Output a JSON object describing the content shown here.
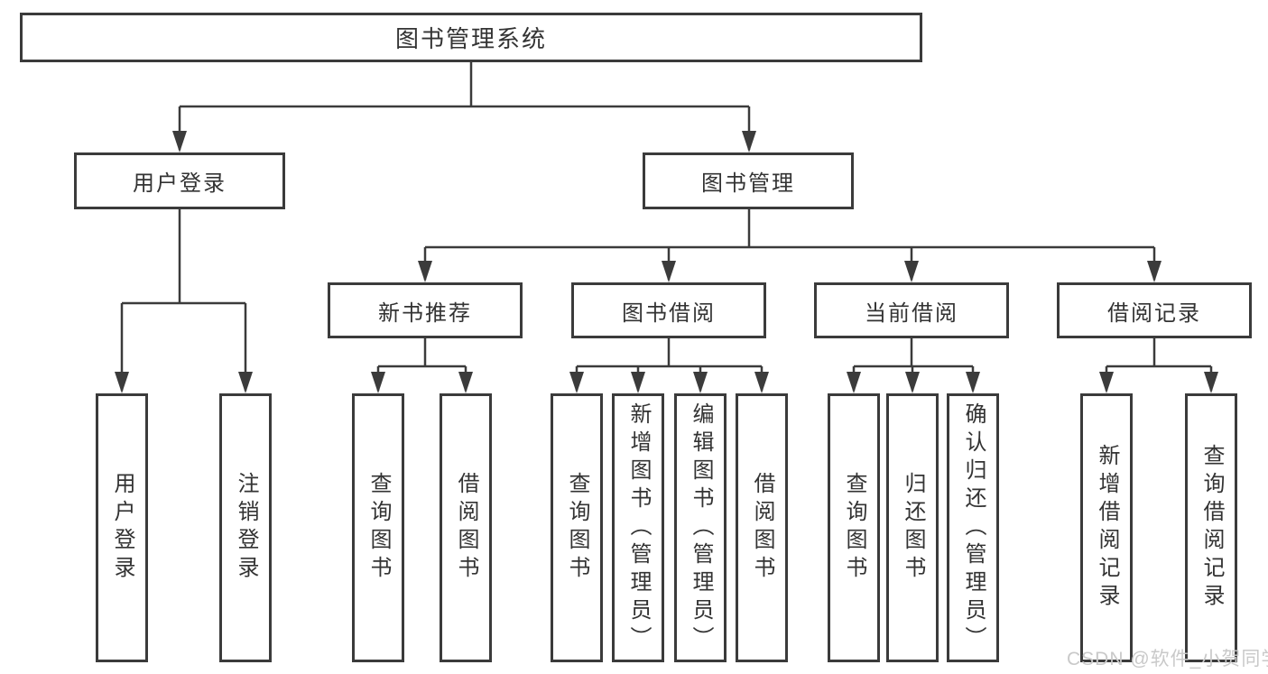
{
  "diagram": {
    "type": "hierarchy-functional-structure",
    "colors": {
      "line": "#3b3b3b",
      "box_border": "#3b3b3b",
      "text": "#333333",
      "background": "#ffffff",
      "watermark": "#c9c9c9"
    }
  },
  "tree": {
    "label": "图书管理系统",
    "children": [
      {
        "label": "用户登录",
        "children": [
          {
            "label": "用户登录"
          },
          {
            "label": "注销登录"
          }
        ]
      },
      {
        "label": "图书管理",
        "children": [
          {
            "label": "新书推荐",
            "children": [
              {
                "label": "查询图书"
              },
              {
                "label": "借阅图书"
              }
            ]
          },
          {
            "label": "图书借阅",
            "children": [
              {
                "label": "查询图书"
              },
              {
                "label": "新增图书（管理员）"
              },
              {
                "label": "编辑图书（管理员）"
              },
              {
                "label": "借阅图书"
              }
            ]
          },
          {
            "label": "当前借阅",
            "children": [
              {
                "label": "查询图书"
              },
              {
                "label": "归还图书"
              },
              {
                "label": "确认归还（管理员）"
              }
            ]
          },
          {
            "label": "借阅记录",
            "children": [
              {
                "label": "新增借阅记录"
              },
              {
                "label": "查询借阅记录"
              }
            ]
          }
        ]
      }
    ]
  },
  "watermark": {
    "text": "CSDN @软件_小贺同学"
  }
}
